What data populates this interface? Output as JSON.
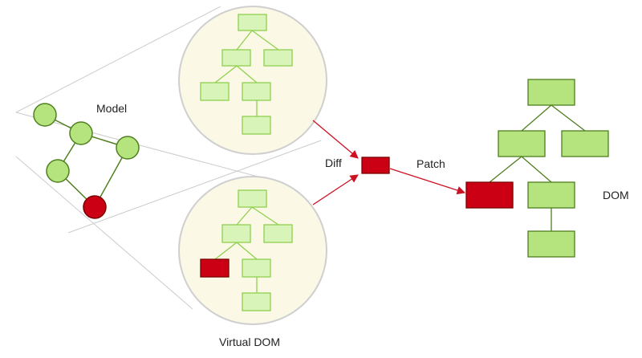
{
  "labels": {
    "model": "Model",
    "virtual_dom": "Virtual DOM",
    "diff": "Diff",
    "patch": "Patch",
    "dom": "DOM"
  },
  "colors": {
    "light_green": "#d9f4b8",
    "light_green_stroke": "#8fd14f",
    "dom_green": "#b5e37d",
    "dom_green_stroke": "#4f7f1f",
    "changed_red": "#cc0014",
    "changed_red_stroke": "#7a0000",
    "circle_fill": "#fbf8e6",
    "circle_stroke": "#cfcfcf",
    "arrow_red": "#cc1122",
    "cone_line": "#cccccc"
  }
}
